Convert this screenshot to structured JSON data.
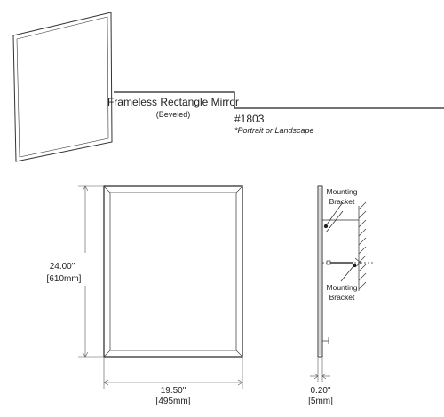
{
  "title": {
    "name": "Frameless Rectangle Mirror",
    "subtitle": "(Beveled)",
    "model": "#1803",
    "orientation": "*Portrait or Landscape"
  },
  "front_view": {
    "height_in": "24.00\"",
    "height_mm": "[610mm]",
    "width_in": "19.50\"",
    "width_mm": "[495mm]"
  },
  "side_view": {
    "top_bracket_line1": "Mounting",
    "top_bracket_line2": "Bracket",
    "bottom_bracket_line1": "Mounting",
    "bottom_bracket_line2": "Bracket",
    "thickness_in": "0.20\"",
    "thickness_mm": "[5mm]"
  },
  "colors": {
    "line": "#333333",
    "hatch": "#444444"
  }
}
